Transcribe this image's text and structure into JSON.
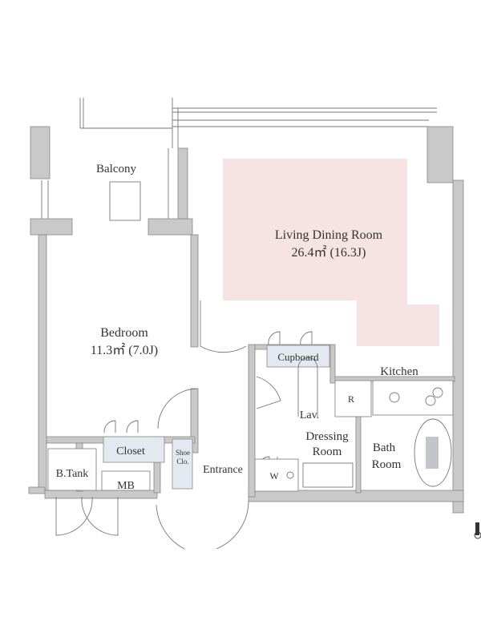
{
  "plan": {
    "rooms": {
      "balcony": "Balcony",
      "ldr_name": "Living Dining Room",
      "ldr_area": "26.4㎡ (16.3J)",
      "bedroom_name": "Bedroom",
      "bedroom_area": "11.3㎡ (7.0J)",
      "cupboard": "Cupboard",
      "kitchen": "Kitchen",
      "refrigerator": "R",
      "lav": "Lav.",
      "dressing_1": "Dressing",
      "dressing_2": "Room",
      "bath_1": "Bath",
      "bath_2": "Room",
      "washer": "W",
      "closet": "Closet",
      "shoe_1": "Shoe",
      "shoe_2": "Clo.",
      "entrance": "Entrance",
      "b_tank": "B.Tank",
      "mb": "MB"
    },
    "colors": {
      "living_highlight": "#f6e4e4",
      "storage": "#e4e8f0",
      "wall": "#c9c9c9"
    }
  }
}
